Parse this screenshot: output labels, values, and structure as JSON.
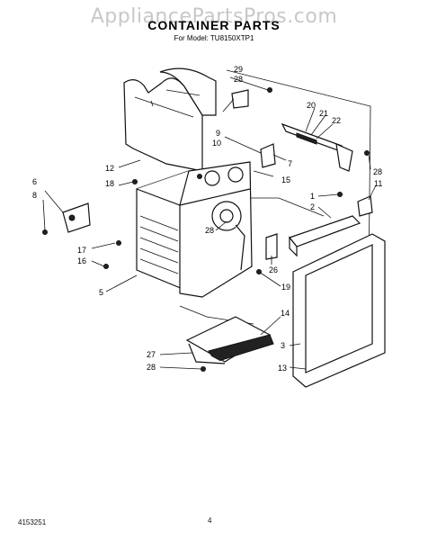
{
  "watermark": "AppliancePartsPros.com",
  "title": "CONTAINER PARTS",
  "model_line": "For Model: TU8150XTP1",
  "callouts": [
    "29",
    "28",
    "9",
    "10",
    "20",
    "21",
    "22",
    "7",
    "12",
    "18",
    "15",
    "28",
    "11",
    "6",
    "8",
    "1",
    "2",
    "17",
    "16",
    "28",
    "26",
    "5",
    "19",
    "14",
    "3",
    "13",
    "27",
    "28"
  ],
  "footer": {
    "doc_number": "4153251",
    "page_number": "4"
  }
}
